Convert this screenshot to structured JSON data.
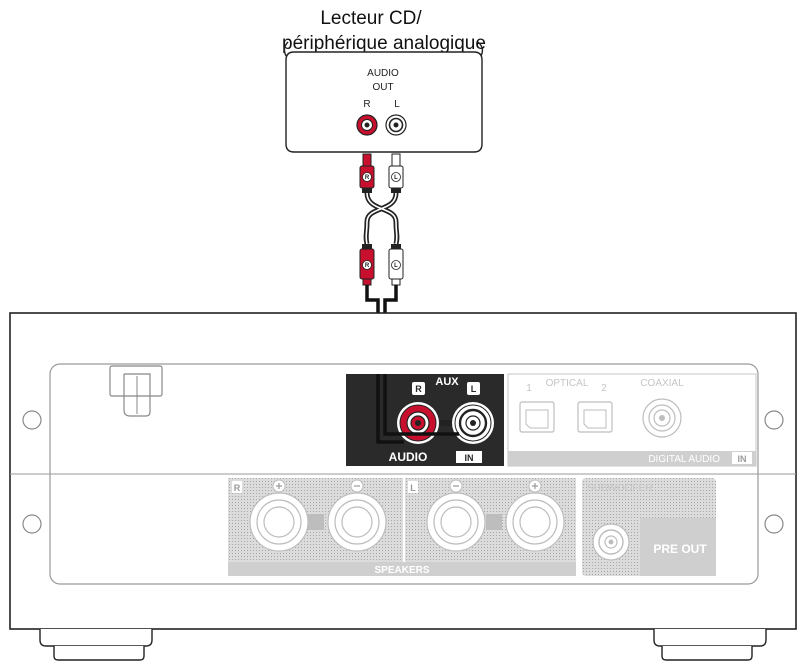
{
  "source_device": {
    "title_line1": "Lecteur CD/",
    "title_line2": "périphérique analogique",
    "audio_out_line1": "AUDIO",
    "audio_out_line2": "OUT",
    "jack_r": "R",
    "jack_l": "L"
  },
  "cable": {
    "plug_r": "R",
    "plug_l": "L"
  },
  "amplifier": {
    "aux_label": "AUX",
    "aux_r": "R",
    "aux_l": "L",
    "audio_label": "AUDIO",
    "audio_in_badge": "IN",
    "optical_label": "OPTICAL",
    "optical_1": "1",
    "optical_2": "2",
    "coaxial_label": "COAXIAL",
    "digital_audio_label": "DIGITAL AUDIO",
    "digital_in_badge": "IN",
    "speaker_r": "R",
    "speaker_l": "L",
    "speakers_label": "SPEAKERS",
    "subwoofer_label": "SUBWOOFER",
    "pre_out_label": "PRE OUT"
  },
  "colors": {
    "red_jack": "#c8102e",
    "dark_panel": "#2a2a2a",
    "grey_band": "#cfcfcf",
    "outline": "#222222"
  }
}
